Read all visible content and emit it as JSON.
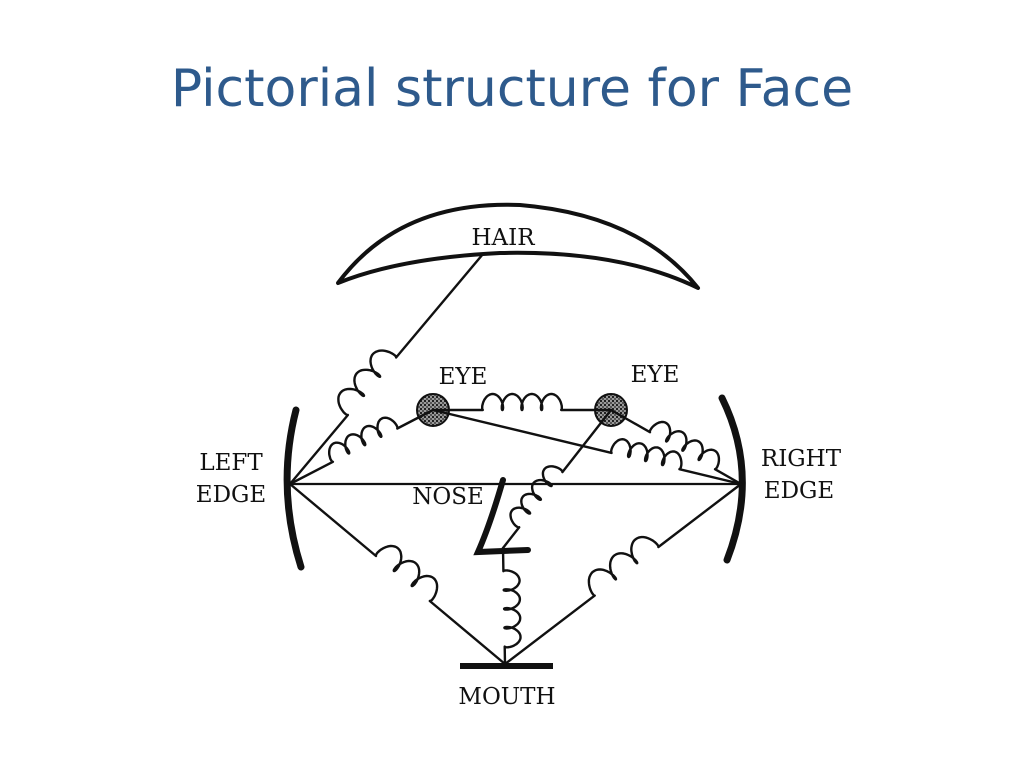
{
  "title": "Pictorial structure for Face",
  "labels": {
    "hair": "HAIR",
    "left_eye": "EYE",
    "right_eye": "EYE",
    "left_edge_1": "LEFT",
    "left_edge_2": "EDGE",
    "right_edge_1": "RIGHT",
    "right_edge_2": "EDGE",
    "nose": "NOSE",
    "mouth": "MOUTH"
  },
  "parts": [
    "hair",
    "left-eye",
    "right-eye",
    "nose",
    "mouth",
    "left-edge",
    "right-edge"
  ],
  "connections": [
    [
      "hair",
      "left-edge"
    ],
    [
      "left-edge",
      "left-eye"
    ],
    [
      "left-eye",
      "right-eye"
    ],
    [
      "left-eye",
      "right-edge"
    ],
    [
      "right-eye",
      "right-edge"
    ],
    [
      "right-eye",
      "nose"
    ],
    [
      "nose",
      "mouth"
    ],
    [
      "left-edge",
      "right-edge"
    ],
    [
      "left-edge",
      "mouth"
    ],
    [
      "mouth",
      "right-edge"
    ]
  ]
}
